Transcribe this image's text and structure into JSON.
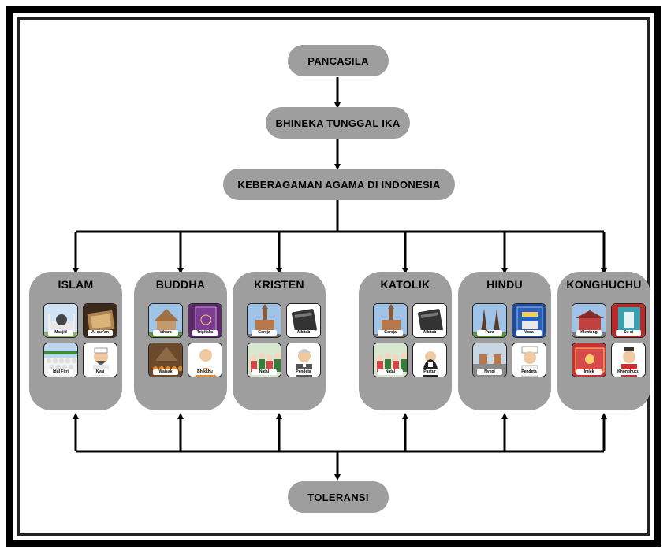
{
  "diagram": {
    "top": "PANCASILA",
    "second": "BHINEKA TUNGGAL IKA",
    "third": "KEBERAGAMAN AGAMA DI INDONESIA",
    "bottom": "TOLERANSI"
  },
  "religions": [
    {
      "name": "ISLAM",
      "items": [
        {
          "label": "Masjid",
          "icon": "mosque-icon"
        },
        {
          "label": "Al-qur'an",
          "icon": "quran-icon"
        },
        {
          "label": "Idul Fitri",
          "icon": "prayer-crowd-icon"
        },
        {
          "label": "Kyai",
          "icon": "kyai-icon"
        }
      ]
    },
    {
      "name": "BUDDHA",
      "items": [
        {
          "label": "Vihara",
          "icon": "vihara-icon"
        },
        {
          "label": "Tripitaka",
          "icon": "tripitaka-icon"
        },
        {
          "label": "Waisak",
          "icon": "waisak-icon"
        },
        {
          "label": "Bhikkhu",
          "icon": "monk-icon"
        }
      ]
    },
    {
      "name": "KRISTEN",
      "items": [
        {
          "label": "Gereja",
          "icon": "church-icon"
        },
        {
          "label": "Alkitab",
          "icon": "bible-icon"
        },
        {
          "label": "Natal",
          "icon": "christmas-crowd-icon"
        },
        {
          "label": "Pendeta",
          "icon": "pastor-icon"
        }
      ]
    },
    {
      "name": "KATOLIK",
      "items": [
        {
          "label": "Gereja",
          "icon": "church-icon"
        },
        {
          "label": "Alkitab",
          "icon": "bible-icon"
        },
        {
          "label": "Natal",
          "icon": "christmas-crowd-icon"
        },
        {
          "label": "Pastur",
          "icon": "priest-icon"
        }
      ]
    },
    {
      "name": "HINDU",
      "items": [
        {
          "label": "Pura",
          "icon": "pura-icon"
        },
        {
          "label": "Veda",
          "icon": "veda-icon"
        },
        {
          "label": "Nyepi",
          "icon": "nyepi-icon"
        },
        {
          "label": "Pendeta",
          "icon": "hindu-priest-icon"
        }
      ]
    },
    {
      "name": "KONGHUCHU",
      "items": [
        {
          "label": "Klenteng",
          "icon": "temple-icon"
        },
        {
          "label": "Su si",
          "icon": "sishu-book-icon"
        },
        {
          "label": "Imlek",
          "icon": "imlek-icon"
        },
        {
          "label": "Khonghucu",
          "icon": "confucian-icon"
        }
      ]
    }
  ],
  "colors": {
    "pill": "#9e9e9e",
    "card": "#9e9e9e",
    "line": "#000000"
  }
}
